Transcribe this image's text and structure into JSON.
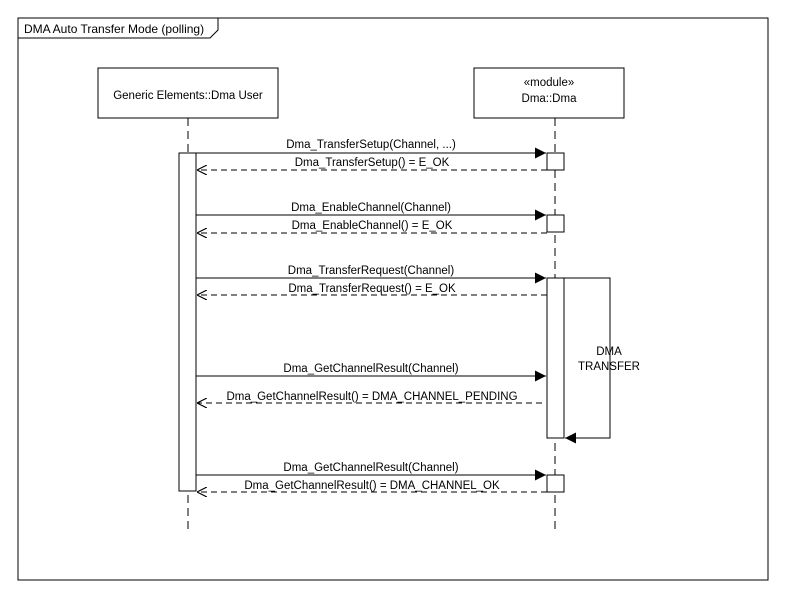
{
  "frame": {
    "title": "DMA Auto Transfer Mode (polling)"
  },
  "participants": {
    "user": {
      "name": "Generic Elements::Dma User"
    },
    "dma": {
      "stereotype": "«module»",
      "name": "Dma::Dma"
    }
  },
  "messages": [
    {
      "label": "Dma_TransferSetup(Channel, ...)",
      "kind": "call"
    },
    {
      "label": "Dma_TransferSetup() = E_OK",
      "kind": "return"
    },
    {
      "label": "Dma_EnableChannel(Channel)",
      "kind": "call"
    },
    {
      "label": "Dma_EnableChannel() = E_OK",
      "kind": "return"
    },
    {
      "label": "Dma_TransferRequest(Channel)",
      "kind": "call"
    },
    {
      "label": "Dma_TransferRequest() = E_OK",
      "kind": "return"
    },
    {
      "label": "Dma_GetChannelResult(Channel)",
      "kind": "call"
    },
    {
      "label": "Dma_GetChannelResult() = DMA_CHANNEL_PENDING",
      "kind": "return"
    },
    {
      "label": "Dma_GetChannelResult(Channel)",
      "kind": "call"
    },
    {
      "label": "Dma_GetChannelResult() = DMA_CHANNEL_OK",
      "kind": "return"
    }
  ],
  "self_message": {
    "line1": "DMA",
    "line2": "TRANSFER"
  }
}
